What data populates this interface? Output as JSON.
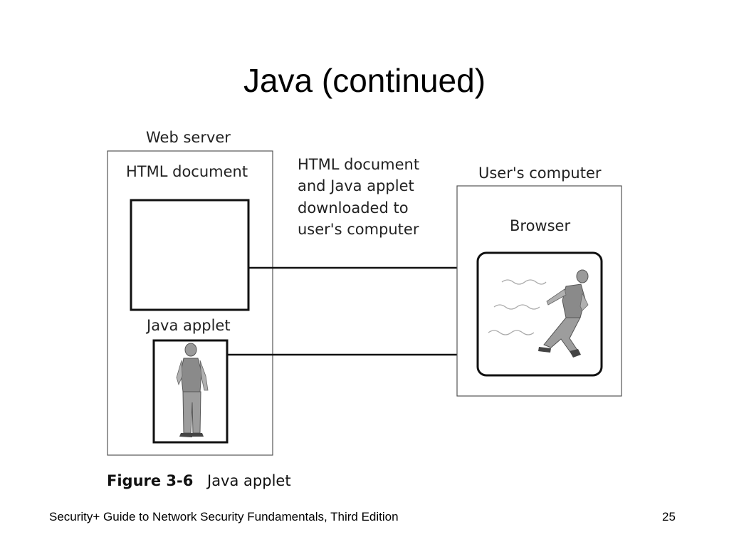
{
  "slide": {
    "title": "Java (continued)",
    "footer_text": "Security+ Guide to Network Security Fundamentals, Third Edition",
    "page_number": "25"
  },
  "figure": {
    "web_server_label": "Web server",
    "html_document_label": "HTML document",
    "java_applet_label": "Java applet",
    "transfer_text": [
      "HTML document",
      "and Java applet",
      "downloaded to",
      "user's computer"
    ],
    "users_computer_label": "User's computer",
    "browser_label": "Browser",
    "caption_number": "Figure 3-6",
    "caption_text": "Java applet"
  }
}
